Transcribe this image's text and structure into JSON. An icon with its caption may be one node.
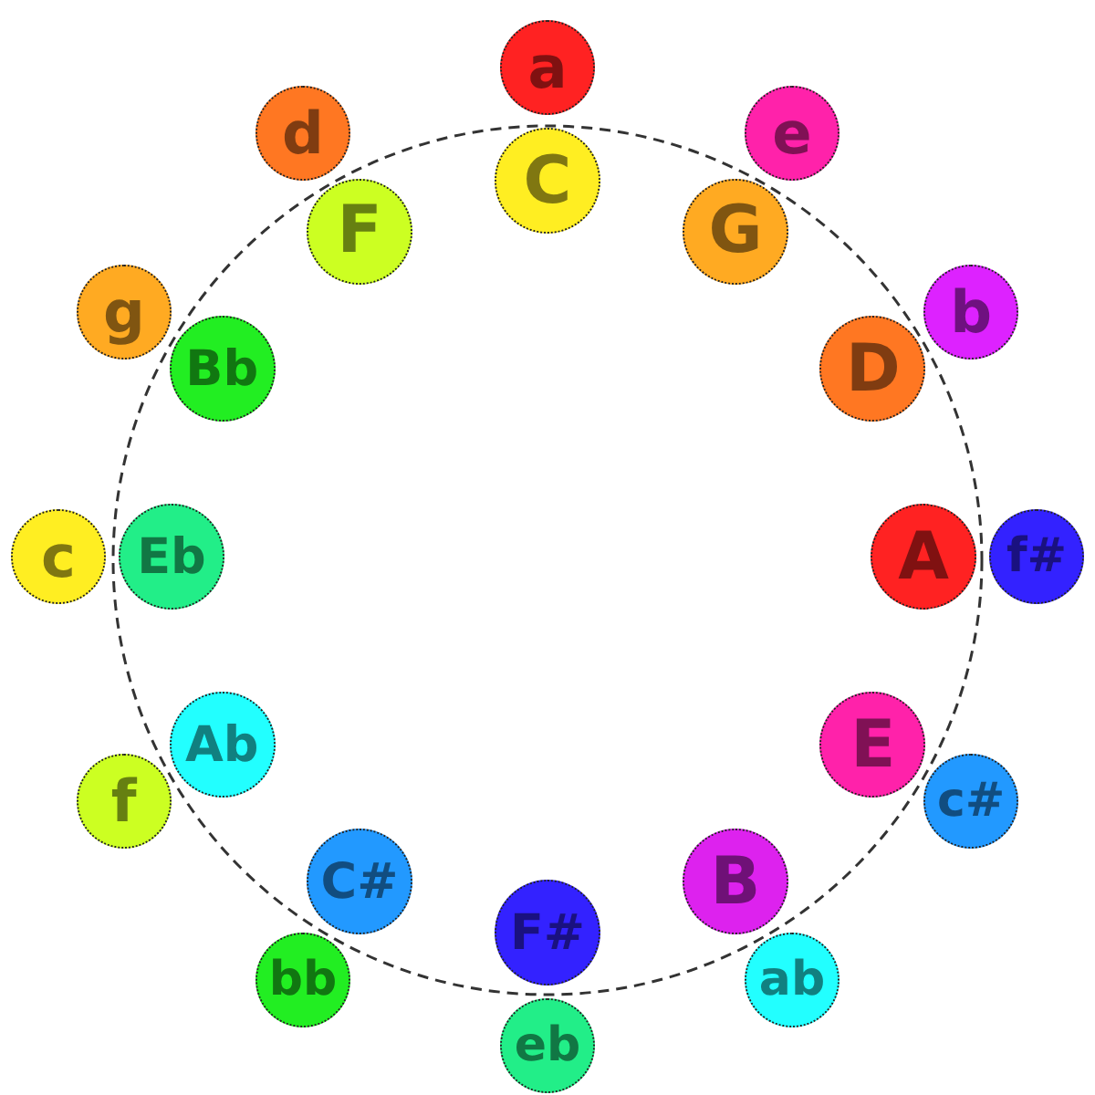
{
  "diagram": {
    "nodes": [
      {
        "text": [
          "C"
        ]
      },
      {
        "text": [
          "a"
        ]
      },
      {
        "text": [
          "G"
        ]
      },
      {
        "text": [
          "e"
        ]
      },
      {
        "text": [
          "D"
        ]
      },
      {
        "text": [
          "b"
        ]
      },
      {
        "text": [
          "A"
        ]
      },
      {
        "text": [
          "f#"
        ]
      },
      {
        "text": [
          "E"
        ]
      },
      {
        "text": [
          "c#"
        ]
      },
      {
        "text": [
          "B"
        ]
      },
      {
        "text": [
          "ab"
        ]
      },
      {
        "text": [
          "F#"
        ]
      },
      {
        "text": [
          "eb"
        ]
      },
      {
        "text": [
          "C#"
        ]
      },
      {
        "text": [
          "bb"
        ]
      },
      {
        "text": [
          "Ab"
        ]
      },
      {
        "text": [
          "f"
        ]
      },
      {
        "text": [
          "Eb"
        ]
      },
      {
        "text": [
          "c"
        ]
      },
      {
        "text": [
          "Bb"
        ]
      },
      {
        "text": [
          "g"
        ]
      },
      {
        "text": [
          "F"
        ]
      },
      {
        "text": [
          "d"
        ]
      }
    ]
  }
}
